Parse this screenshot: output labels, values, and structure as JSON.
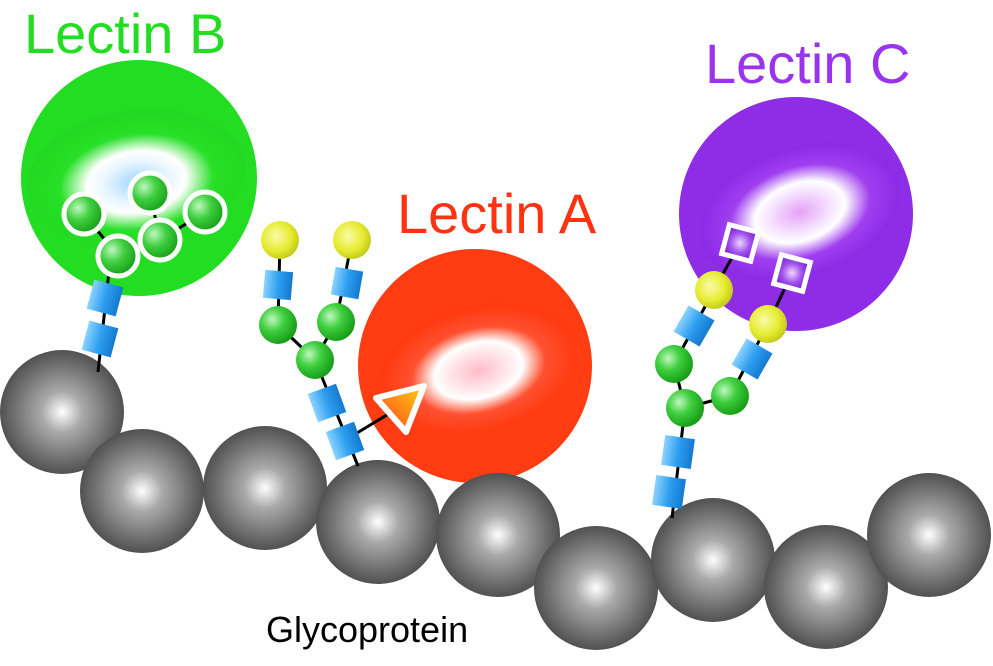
{
  "labels": {
    "lectin_b": "Lectin B",
    "lectin_a": "Lectin A",
    "lectin_c": "Lectin C",
    "glycoprotein": "Glycoprotein"
  },
  "colors": {
    "lectin_b": "#22dd22",
    "lectin_a": "#ff3311",
    "lectin_c": "#9933ee",
    "protein_bead": "#555555",
    "glcnac_square": "#3399ee",
    "mannose_circle": "#22bb22",
    "galactose_circle": "#dddd22",
    "fucose_triangle": "#ff8800",
    "sialic_diamond": "#9933dd"
  },
  "icons": {
    "protein_bead": "gray-sphere",
    "glcnac": "blue-square",
    "mannose": "green-circle",
    "galactose": "yellow-circle",
    "fucose": "orange-triangle",
    "sialic_acid": "purple-diamond"
  }
}
